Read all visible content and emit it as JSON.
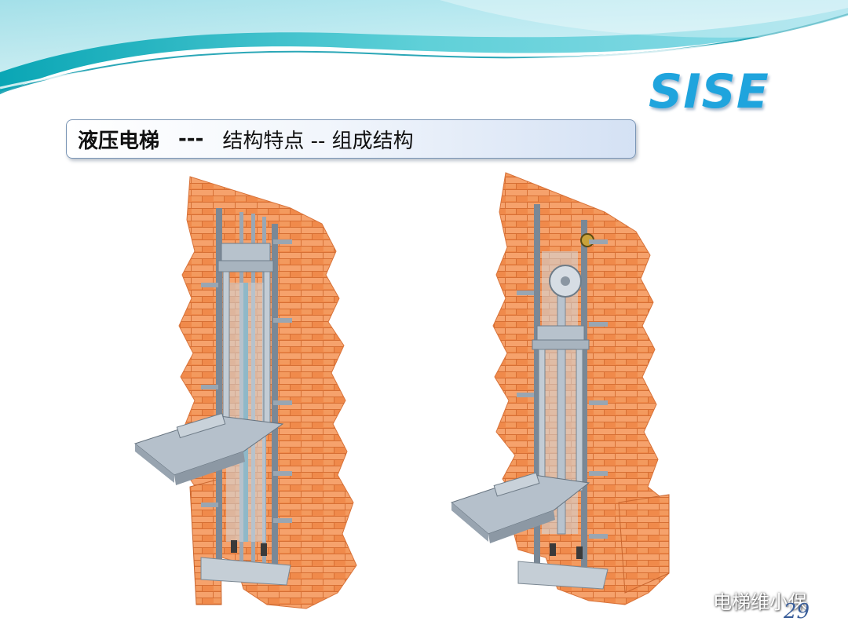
{
  "slide": {
    "brand_logo": "SISE",
    "title": {
      "bold_part": "液压电梯",
      "separator": "---",
      "rest_part": "结构特点 -- 组成结构"
    },
    "page_number": "29",
    "watermark": "电梯维小保"
  },
  "figures": [
    {
      "name": "hydraulic-elevator-structure-left"
    },
    {
      "name": "hydraulic-elevator-structure-right"
    }
  ],
  "colors": {
    "brick": "#f08a4b",
    "brick_light": "#f6a26c",
    "mortar": "#d66f34",
    "rail": "#a9b6c3",
    "brand_blue": "#1fa4dd",
    "wave_teal": "#4cc4cf"
  }
}
